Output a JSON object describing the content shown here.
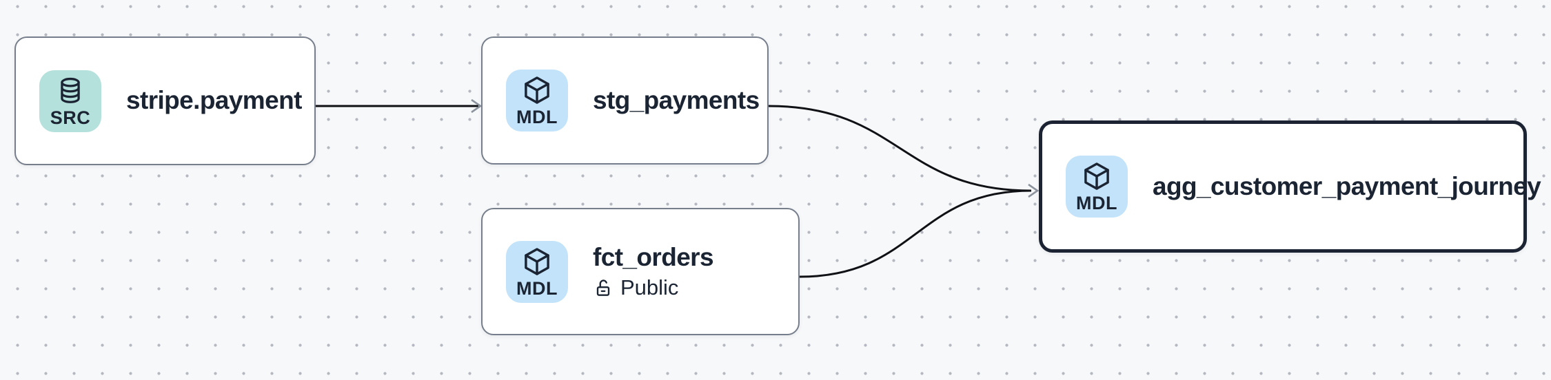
{
  "canvas": {
    "kind": "data-lineage-graph",
    "background_color": "#f7f8fa",
    "dot_grid_color": "#b5b8c0",
    "edge_color": "#101114",
    "arrowhead_color": "#8d939d",
    "node_border_color": "#767e8c",
    "selected_node_border_color": "#1c2433",
    "text_color": "#1b2433",
    "source_badge_bg": "#b4e1db",
    "model_badge_bg": "#c2e3f9"
  },
  "nodes": [
    {
      "title": "stripe.payment",
      "badge_label": "SRC",
      "badge_icon": "database-icon",
      "type": "source",
      "selected": false
    },
    {
      "title": "stg_payments",
      "badge_label": "MDL",
      "badge_icon": "cube-icon",
      "type": "model",
      "selected": false
    },
    {
      "title": "fct_orders",
      "badge_label": "MDL",
      "badge_icon": "cube-icon",
      "type": "model",
      "access_label": "Public",
      "access_icon": "unlock-icon",
      "selected": false
    },
    {
      "title": "agg_customer_payment_journey",
      "badge_label": "MDL",
      "badge_icon": "cube-icon",
      "type": "model",
      "selected": true
    }
  ],
  "edges": [
    {
      "from": "stripe.payment",
      "to": "stg_payments"
    },
    {
      "from": "stg_payments",
      "to": "agg_customer_payment_journey"
    },
    {
      "from": "fct_orders",
      "to": "agg_customer_payment_journey"
    }
  ]
}
